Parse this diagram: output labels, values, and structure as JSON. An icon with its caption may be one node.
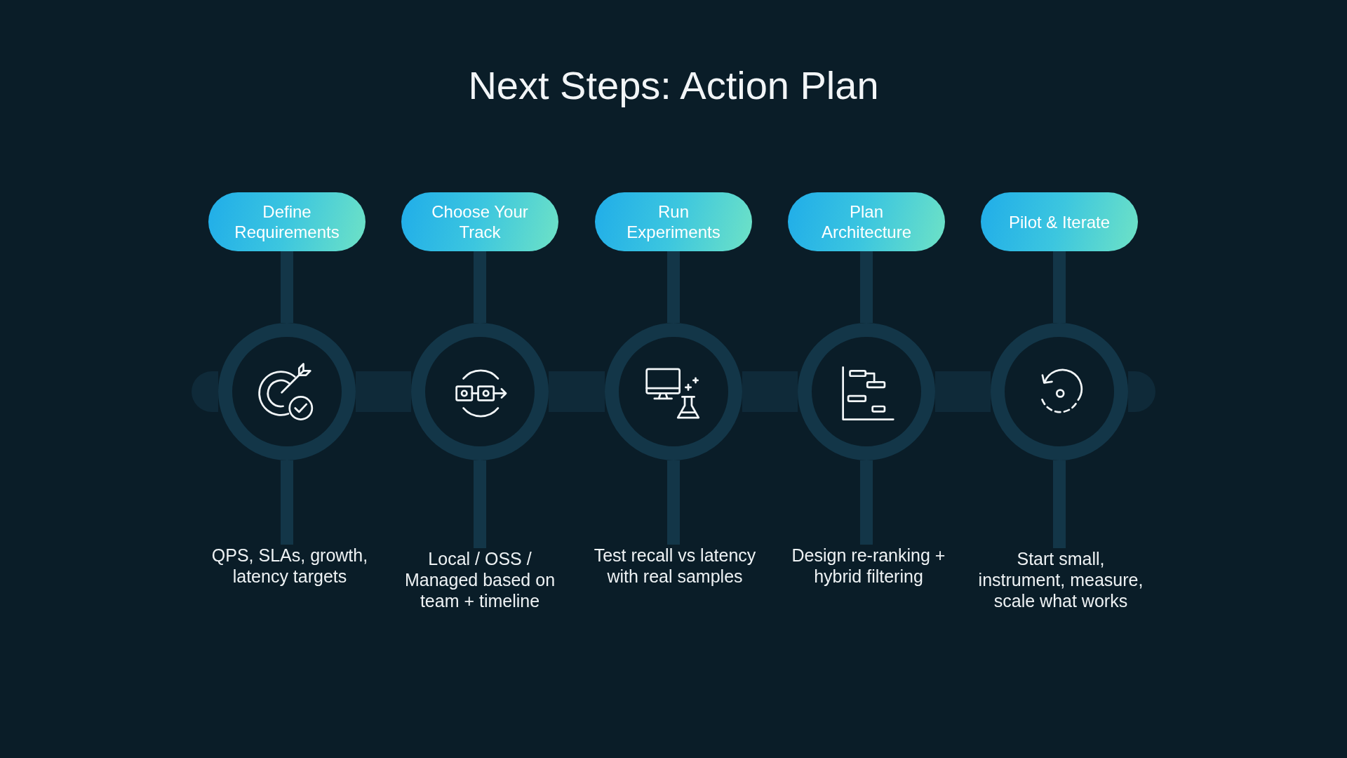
{
  "diagram": {
    "title": "Next Steps: Action Plan",
    "nodes": [
      {
        "text": [
          "Define Requirements"
        ]
      },
      {
        "text": [
          "Choose Your Track"
        ]
      },
      {
        "text": [
          "Run Experiments"
        ]
      },
      {
        "text": [
          "Plan Architecture"
        ]
      },
      {
        "text": [
          "Pilot & Iterate"
        ]
      },
      {
        "text": [],
        "shape": "circle"
      },
      {
        "text": [],
        "shape": "circle"
      },
      {
        "text": [],
        "shape": "circle"
      },
      {
        "text": [],
        "shape": "circle"
      },
      {
        "text": [],
        "shape": "circle"
      },
      {
        "text": [
          "QPS, SLAs, growth, latency targets"
        ]
      },
      {
        "text": [
          "Local / OSS / Managed based on team + timeline"
        ]
      },
      {
        "text": [
          "Test recall vs latency with real samples"
        ]
      },
      {
        "text": [
          "Design re-ranking + hybrid filtering"
        ]
      },
      {
        "text": [
          "Start small, instrument, measure, scale what works"
        ]
      }
    ],
    "edges": [
      {
        "from": 0,
        "to": 5,
        "arrow": "none"
      },
      {
        "from": 1,
        "to": 6,
        "arrow": "none"
      },
      {
        "from": 2,
        "to": 7,
        "arrow": "none"
      },
      {
        "from": 3,
        "to": 8,
        "arrow": "none"
      },
      {
        "from": 4,
        "to": 9,
        "arrow": "none"
      },
      {
        "from": 5,
        "to": 10,
        "arrow": "none"
      },
      {
        "from": 6,
        "to": 11,
        "arrow": "none"
      },
      {
        "from": 7,
        "to": 12,
        "arrow": "none"
      },
      {
        "from": 8,
        "to": 13,
        "arrow": "none"
      },
      {
        "from": 9,
        "to": 14,
        "arrow": "none"
      },
      {
        "from": null,
        "to": 5,
        "arrow": "none",
        "style": "thick",
        "color": "#0f2a39"
      },
      {
        "from": 5,
        "to": 6,
        "arrow": "none",
        "style": "thick",
        "color": "#0f2a39"
      },
      {
        "from": 6,
        "to": 7,
        "arrow": "none",
        "style": "thick",
        "color": "#0f2a39"
      },
      {
        "from": 7,
        "to": 8,
        "arrow": "none",
        "style": "thick",
        "color": "#0f2a39"
      },
      {
        "from": 8,
        "to": 9,
        "arrow": "none",
        "style": "thick",
        "color": "#0f2a39"
      },
      {
        "from": 9,
        "to": null,
        "arrow": "none",
        "style": "thick",
        "color": "#0f2a39"
      }
    ]
  }
}
